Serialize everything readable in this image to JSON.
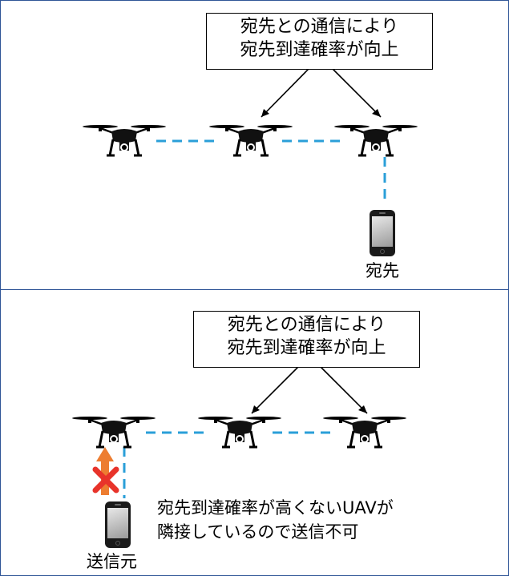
{
  "top_panel": {
    "callout": {
      "line1": "宛先との通信により",
      "line2": "宛先到達確率が向上"
    },
    "destination_label": "宛先"
  },
  "bottom_panel": {
    "callout": {
      "line1": "宛先との通信により",
      "line2": "宛先到達確率が向上"
    },
    "note": {
      "line1": "宛先到達確率が高くないUAVが",
      "line2": "隣接しているので送信不可"
    },
    "source_label": "送信元"
  },
  "colors": {
    "panel_border": "#2f5597",
    "link_dash": "#2a9fd8",
    "arrow": "#ed7d31",
    "cross": "#e8332a"
  },
  "icons": [
    "drone-icon",
    "smartphone-icon",
    "cross-icon",
    "up-arrow-icon"
  ]
}
